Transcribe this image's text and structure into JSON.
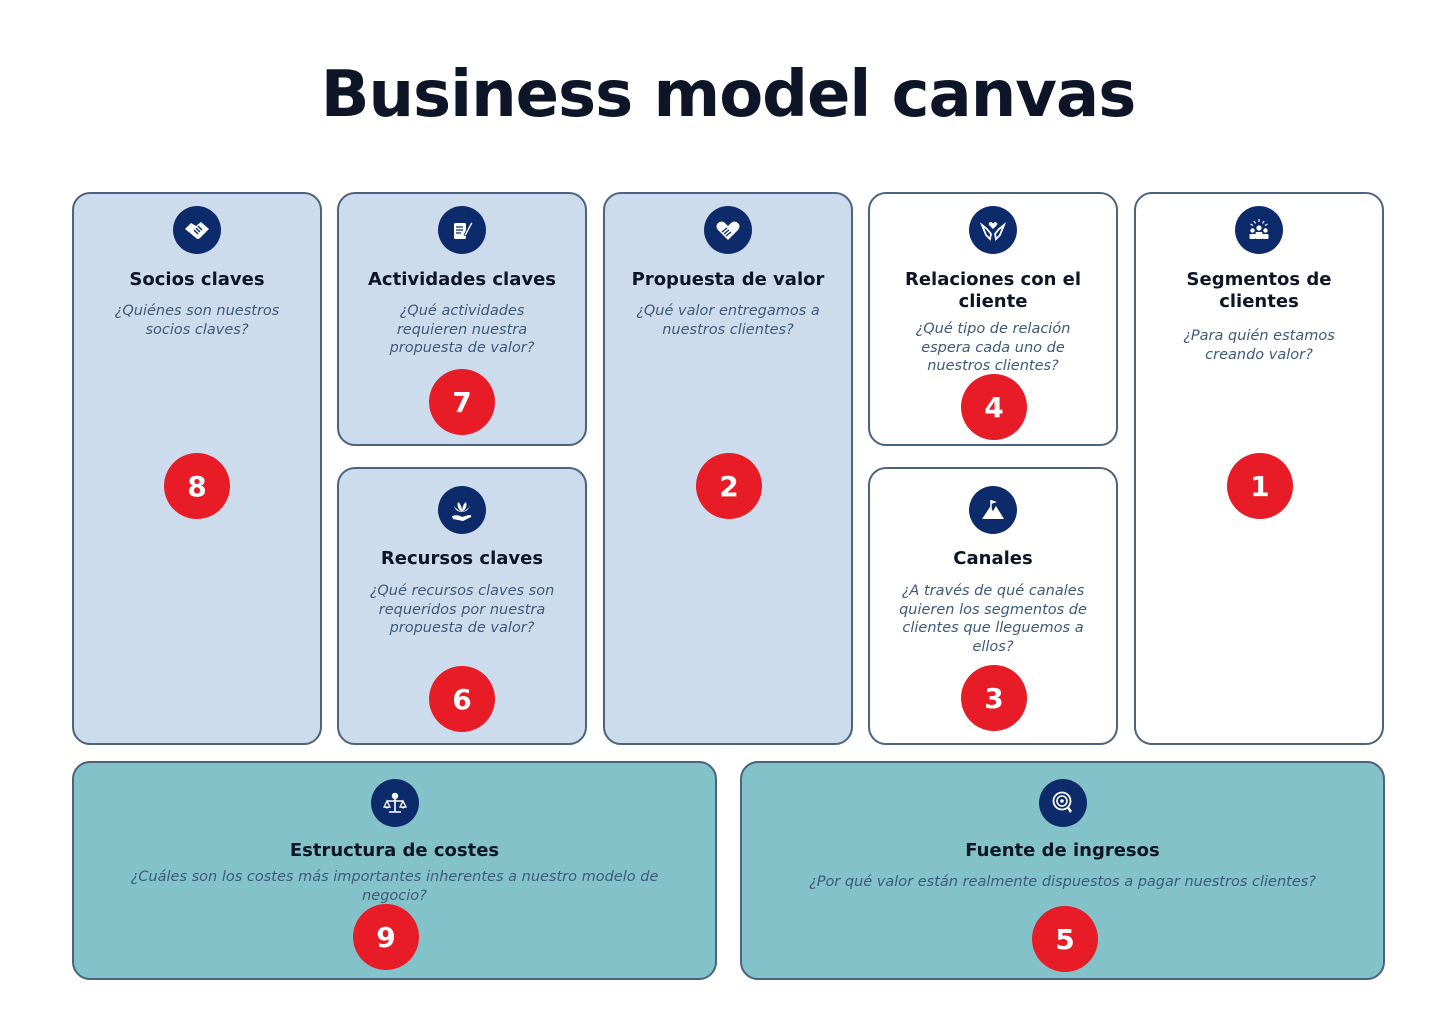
{
  "title": "Business model canvas",
  "colors": {
    "title": "#0d1526",
    "card_blue": "#cddcec",
    "card_white": "#ffffff",
    "card_teal": "#84c2c9",
    "border": "#4a6380",
    "icon_bg": "#0d2a6b",
    "badge": "#e81c26",
    "question": "#3d5a7a"
  },
  "blocks": {
    "socios": {
      "icon": "handshake-icon",
      "title": "Socios claves",
      "question": "¿Quiénes son nuestros socios claves?",
      "number": "8"
    },
    "actividades": {
      "icon": "checklist-pen-icon",
      "title": "Actividades claves",
      "question": "¿Qué actividades requieren nuestra propuesta de valor?",
      "number": "7"
    },
    "recursos": {
      "icon": "plant-hand-icon",
      "title": "Recursos claves",
      "question": "¿Qué recursos claves son requeridos por nuestra propuesta de valor?",
      "number": "6"
    },
    "propuesta": {
      "icon": "heart-hand-icon",
      "title": "Propuesta de valor",
      "question": "¿Qué valor entregamos a nuestros clientes?",
      "number": "2"
    },
    "relaciones": {
      "icon": "hands-heart-icon",
      "title": "Relaciones con el cliente",
      "question": "¿Qué tipo de relación espera cada uno de nuestros clientes?",
      "number": "4"
    },
    "canales": {
      "icon": "mountain-flag-icon",
      "title": "Canales",
      "question": "¿A través de qué canales quieren los segmentos de clientes que lleguemos a ellos?",
      "number": "3"
    },
    "segmentos": {
      "icon": "people-group-icon",
      "title": "Segmentos de clientes",
      "question": "¿Para quién estamos creando valor?",
      "number": "1"
    },
    "costes": {
      "icon": "scale-dollar-icon",
      "title": "Estructura de costes",
      "question": "¿Cuáles son los costes más importantes inherentes a nuestro modelo de negocio?",
      "number": "9"
    },
    "ingresos": {
      "icon": "target-icon",
      "title": "Fuente de ingresos",
      "question": "¿Por qué valor están realmente dispuestos a pagar nuestros clientes?",
      "number": "5"
    }
  }
}
